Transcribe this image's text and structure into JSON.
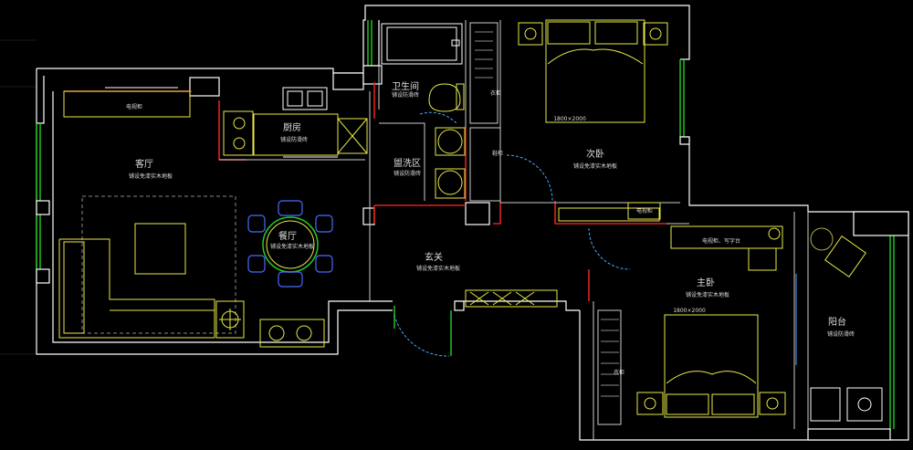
{
  "rooms": {
    "living": {
      "name": "客厅",
      "note": "铺设免漆实木地板"
    },
    "tv_wall": {
      "name": "电视柜"
    },
    "kitchen": {
      "name": "厨房",
      "note": "铺设防滑砖"
    },
    "dining": {
      "name": "餐厅",
      "note": "铺设免漆实木地板"
    },
    "bathroom": {
      "name": "卫生间",
      "note": "铺设防滑砖"
    },
    "washroom": {
      "name": "盥洗区",
      "note": "铺设防滑砖"
    },
    "entrance": {
      "name": "玄关",
      "note": "铺设免漆实木地板"
    },
    "second_bedroom": {
      "name": "次卧",
      "note": "铺设免漆实木地板",
      "bed_size": "1800×2000",
      "wardrobe": "衣柜"
    },
    "master_bedroom": {
      "name": "主卧",
      "note": "铺设免漆实木地板",
      "bed_size": "1800×2000",
      "wardrobe": "衣柜",
      "desk": "电视柜、写字台"
    },
    "balcony": {
      "name": "阳台",
      "note": "铺设防滑砖"
    },
    "small_labels": {
      "cabinet": "衣柜",
      "shoe": "鞋柜",
      "tv": "电视柜"
    }
  },
  "colors": {
    "wall": "#ffffff",
    "furniture": "#e8e84a",
    "window": "#22cc22",
    "red_wall": "#e02020",
    "thin": "#cccccc",
    "cyan": "#4aa8ff"
  }
}
